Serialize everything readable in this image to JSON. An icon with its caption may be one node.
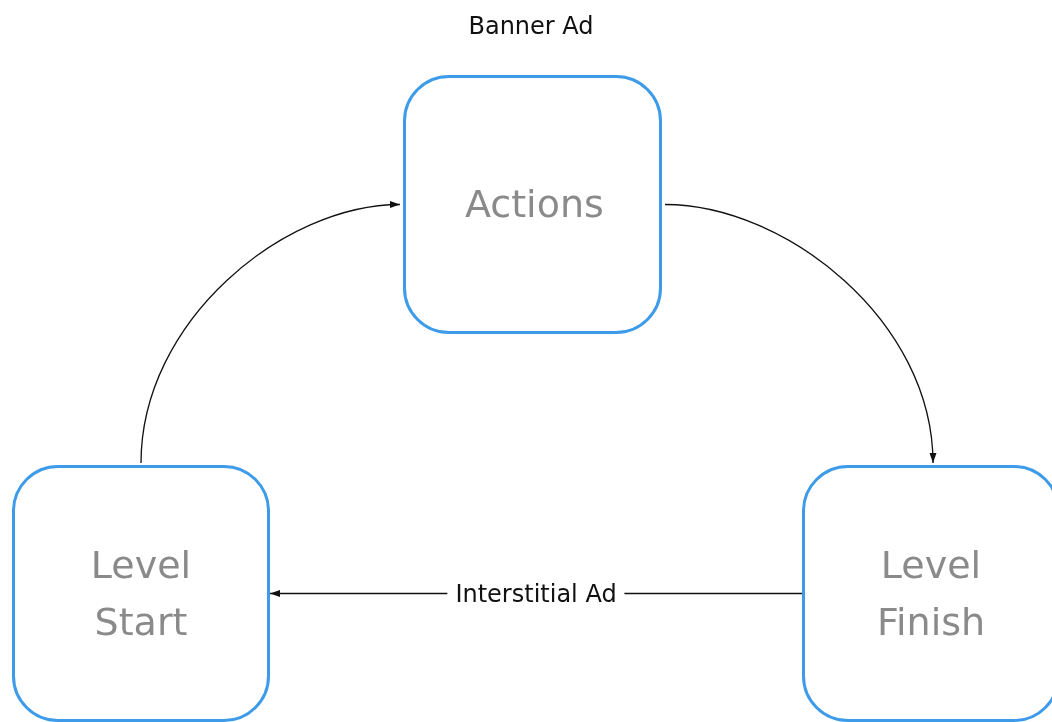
{
  "diagram": {
    "nodes": [
      {
        "text": [
          "Actions"
        ],
        "beside": [
          "Banner Ad"
        ]
      },
      {
        "text": [
          "Level Start"
        ]
      },
      {
        "text": [
          "Level Finish"
        ]
      }
    ],
    "edges": [
      {
        "from": 1,
        "to": 0,
        "arrow": "to"
      },
      {
        "from": 0,
        "to": 2,
        "arrow": "to"
      },
      {
        "from": 2,
        "to": 1,
        "arrow": "to",
        "label": "Interstitial Ad"
      }
    ]
  }
}
